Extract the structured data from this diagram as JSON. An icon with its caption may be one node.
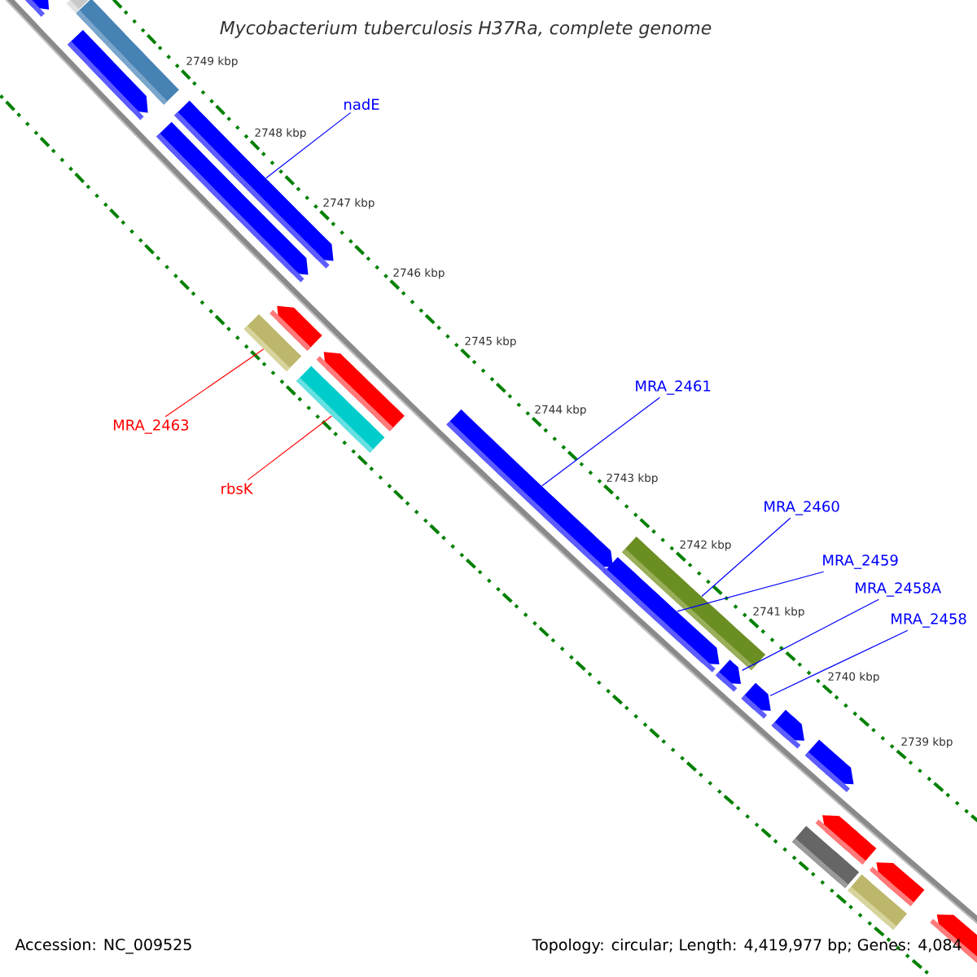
{
  "diagram": {
    "title": "Mycobacterium tuberculosis H37Ra, complete genome",
    "nodes": [
      {
        "text": [
          "nadE"
        ]
      },
      {
        "text": [
          "MRA_2461"
        ]
      },
      {
        "text": [
          "MRA_2460"
        ]
      },
      {
        "text": [
          "MRA_2459"
        ]
      },
      {
        "text": [
          "MRA_2458A"
        ]
      },
      {
        "text": [
          "MRA_2458"
        ]
      },
      {
        "text": [
          "MRA_2463"
        ]
      },
      {
        "text": [
          "rbsK"
        ]
      },
      {
        "text": [],
        "shape": "arrow"
      },
      {
        "text": [],
        "shape": "bar"
      },
      {
        "text": [],
        "shape": "arrow"
      },
      {
        "text": [],
        "shape": "bar"
      },
      {
        "text": [],
        "shape": "arrow"
      },
      {
        "text": [],
        "shape": "arrow"
      },
      {
        "text": [],
        "shape": "bar"
      },
      {
        "text": [],
        "shape": "arrow"
      },
      {
        "text": [],
        "shape": "bar"
      },
      {
        "text": [],
        "shape": "arrow"
      },
      {
        "text": [],
        "shape": "arrow"
      },
      {
        "text": [],
        "shape": "arrow"
      },
      {
        "text": [],
        "shape": "bar"
      },
      {
        "text": [],
        "shape": "arrow"
      },
      {
        "text": [],
        "shape": "arrow"
      },
      {
        "text": [],
        "shape": "arrow"
      },
      {
        "text": [],
        "shape": "bar"
      },
      {
        "text": [],
        "shape": "arrow"
      },
      {
        "text": [],
        "shape": "arrow"
      },
      {
        "text": [],
        "shape": "bar"
      },
      {
        "text": [],
        "shape": "arrow"
      },
      {
        "text": [],
        "shape": "arrow"
      }
    ],
    "edges": [
      {
        "from": 0,
        "to": 13,
        "arrow": "none"
      },
      {
        "from": 1,
        "to": 18,
        "arrow": "none"
      },
      {
        "from": 2,
        "to": 20,
        "arrow": "none"
      },
      {
        "from": 3,
        "to": 19,
        "arrow": "none"
      },
      {
        "from": 4,
        "to": 21,
        "arrow": "none"
      },
      {
        "from": 5,
        "to": 22,
        "arrow": "none"
      },
      {
        "from": 6,
        "to": 14,
        "arrow": "none",
        "color": "#ff0000"
      },
      {
        "from": 7,
        "to": 16,
        "arrow": "none",
        "color": "#ff0000"
      }
    ],
    "labels": [
      "2749 kbp",
      "2748 kbp",
      "2747 kbp",
      "2746 kbp",
      "2745 kbp",
      "2744 kbp",
      "2743 kbp",
      "2742 kbp",
      "2741 kbp",
      "2740 kbp",
      "2739 kbp",
      "Accession: NC_009525",
      "Topology: circular; Length: 4,419,977 bp; Genes: 4,084"
    ]
  }
}
